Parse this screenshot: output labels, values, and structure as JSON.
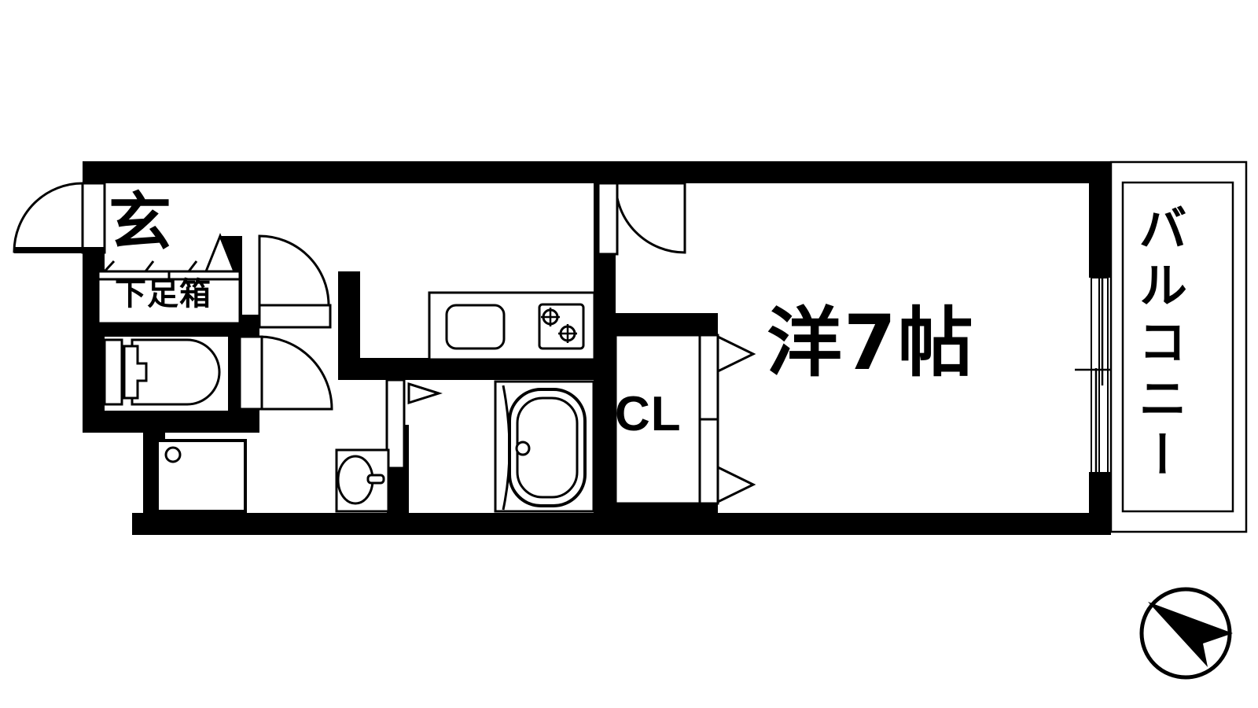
{
  "plan": {
    "type": "apartment-floor-plan",
    "layout_code": "1K",
    "background_color": "#ffffff",
    "line_color": "#000000",
    "wall_fill": "#000000"
  },
  "labels": {
    "room": "洋7帖",
    "room_reading": "Western-style room, 7 tatami mats",
    "entrance": "玄",
    "entrance_reading": "Genkan (entry)",
    "shoebox": "下足箱",
    "shoebox_reading": "Shoe cabinet",
    "closet": "CL",
    "closet_reading": "Closet",
    "balcony": "バルコニー",
    "balcony_reading": "Balcony"
  },
  "fixtures": [
    {
      "name": "entry-door",
      "kind": "swing-door",
      "swing": "outward-left"
    },
    {
      "name": "shoe-cabinet",
      "kind": "cabinet"
    },
    {
      "name": "toilet",
      "kind": "toilet"
    },
    {
      "name": "toilet-door",
      "kind": "swing-door",
      "swing": "inward-right"
    },
    {
      "name": "corridor-door",
      "kind": "swing-door",
      "swing": "inward-right"
    },
    {
      "name": "kitchen-sink",
      "kind": "sink"
    },
    {
      "name": "kitchen-stove",
      "kind": "stove",
      "burners": 2
    },
    {
      "name": "washing-machine-pan",
      "kind": "washer-pan"
    },
    {
      "name": "wash-basin",
      "kind": "lavatory"
    },
    {
      "name": "bathtub",
      "kind": "bathtub"
    },
    {
      "name": "bathroom-door",
      "kind": "folding-door"
    },
    {
      "name": "closet-doors",
      "kind": "bifold-doors",
      "panels": 2
    },
    {
      "name": "balcony-window",
      "kind": "sliding-glass-door"
    },
    {
      "name": "living-room-door",
      "kind": "swing-door",
      "swing": "inward-down"
    }
  ],
  "compass": {
    "name": "north-arrow",
    "direction_label": "",
    "points": "east"
  }
}
